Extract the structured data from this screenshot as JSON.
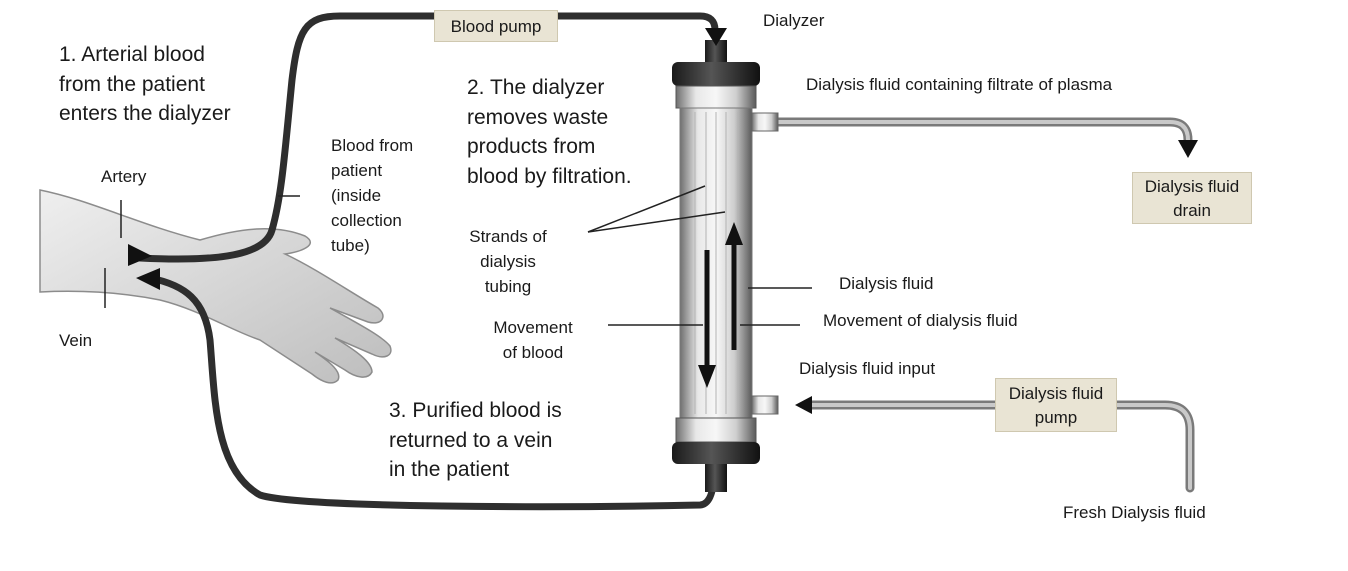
{
  "steps": {
    "step1": "1. Arterial blood\nfrom the patient\nenters the dialyzer",
    "step2": "2. The dialyzer\nremoves waste\nproducts from\nblood by filtration.",
    "step3": "3. Purified blood is\nreturned to a vein\nin the patient"
  },
  "labels": {
    "artery": "Artery",
    "vein": "Vein",
    "blood_from_patient": "Blood from\npatient\n(inside\ncollection\ntube)",
    "dialyzer": "Dialyzer",
    "filtrate": "Dialysis fluid containing filtrate of plasma",
    "strands": "Strands of\ndialysis\ntubing",
    "movement_blood": "Movement\nof blood",
    "dialysis_fluid": "Dialysis fluid",
    "movement_fluid": "Movement of dialysis fluid",
    "fluid_input": "Dialysis fluid input",
    "fresh_fluid": "Fresh Dialysis fluid"
  },
  "boxes": {
    "blood_pump": "Blood pump",
    "drain": "Dialysis fluid\ndrain",
    "fluid_pump": "Dialysis fluid\npump"
  },
  "colors": {
    "tube": "#3a3a3a",
    "grey_tube": "#9a9a9a",
    "box_bg": "#e9e4d4",
    "skin": "#d9d9d9"
  }
}
